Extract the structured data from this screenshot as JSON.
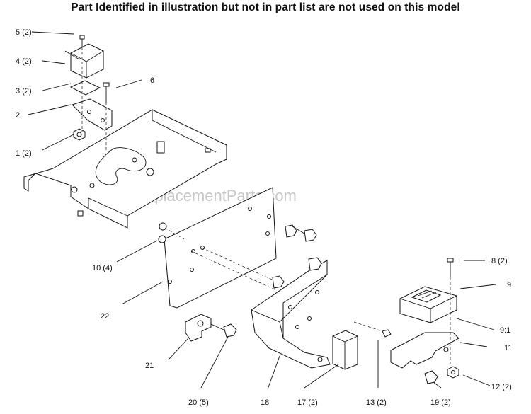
{
  "header": {
    "note": "Part Identified in illustration but not in part list are not used on this model"
  },
  "watermark": "eReplacementParts.com",
  "callouts": {
    "c1": "1 (2)",
    "c2": "2",
    "c3": "3 (2)",
    "c4": "4 (2)",
    "c5": "5 (2)",
    "c6": "6",
    "c8": "8 (2)",
    "c9": "9",
    "c9_1": "9:1",
    "c10": "10 (4)",
    "c11": "11",
    "c12": "12 (2)",
    "c13": "13 (2)",
    "c17": "17 (2)",
    "c18": "18",
    "c19": "19 (2)",
    "c20": "20 (5)",
    "c21": "21",
    "c22": "22"
  }
}
